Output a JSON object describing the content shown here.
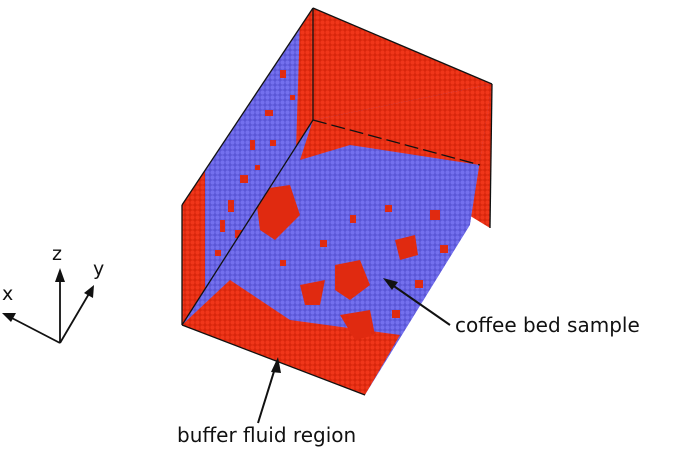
{
  "figure": {
    "description": "3D particle rendering of a simulation box",
    "colors": {
      "fluid": "#e02a10",
      "solid": "#6a66e6",
      "edge": "#111111",
      "background": "#ffffff"
    }
  },
  "axes": {
    "x_label": "x",
    "y_label": "y",
    "z_label": "z"
  },
  "annotations": {
    "coffee_bed": "coffee bed sample",
    "buffer_fluid": "buffer fluid region"
  }
}
